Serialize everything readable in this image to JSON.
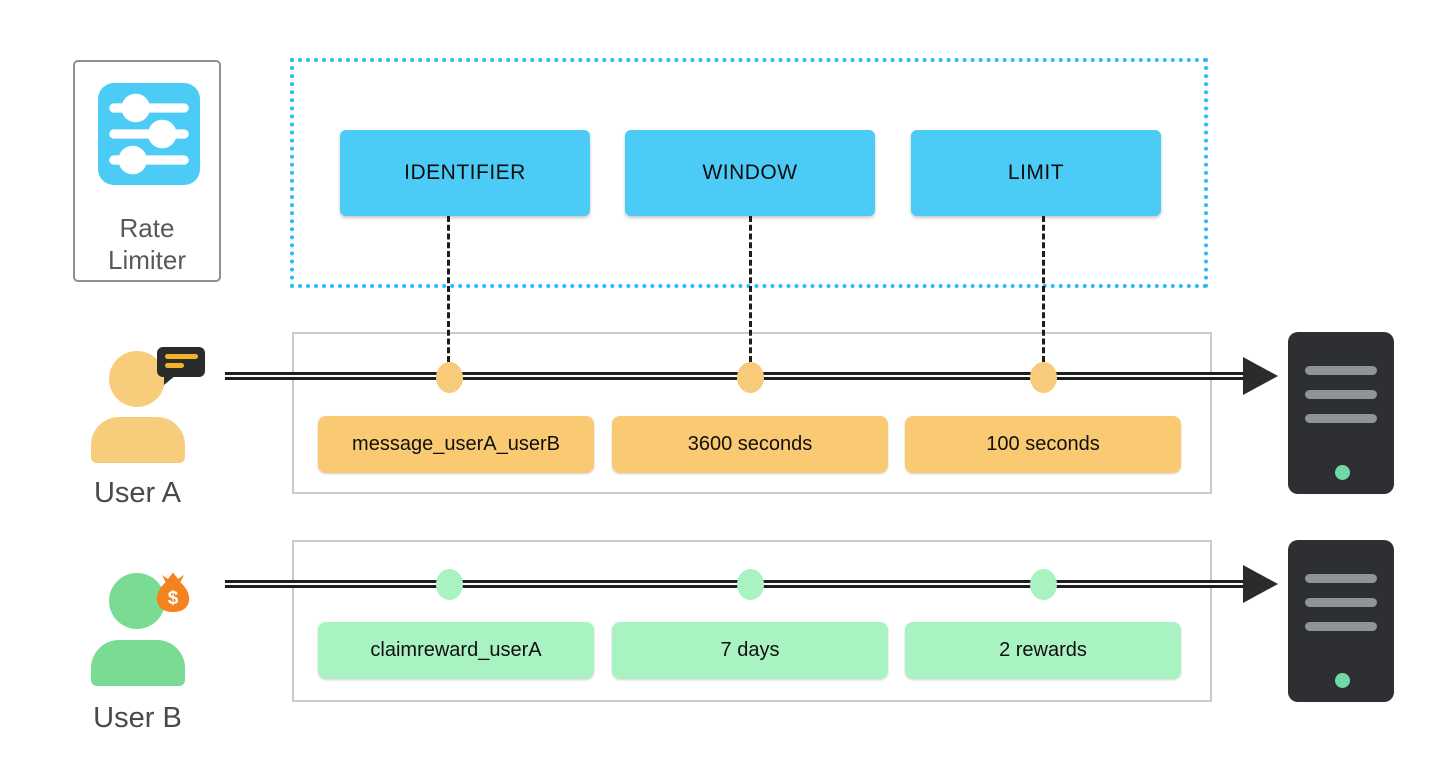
{
  "rate_limiter": {
    "label": "Rate Limiter",
    "lines": [
      "Rate",
      "Limiter"
    ]
  },
  "schema_fields": [
    "IDENTIFIER",
    "WINDOW",
    "LIMIT"
  ],
  "flows": [
    {
      "user_label": "User A",
      "user_icon": "chat-bubble",
      "values": [
        "message_userA_userB",
        "3600 seconds",
        "100 seconds"
      ],
      "theme": "amber"
    },
    {
      "user_label": "User B",
      "user_icon": "money-bag",
      "values": [
        "claimreward_userA",
        "7 days",
        "2 rewards"
      ],
      "theme": "green"
    }
  ],
  "icons": {
    "rate_limiter": "sliders-icon",
    "flow_destination": "server-icon"
  },
  "colors": {
    "field_box_blue": "#4CCBF6",
    "dotted_frame_blue": "#2CBCF5",
    "amber_box": "#F9CA72",
    "amber_avatar": "#F7CD7C",
    "green_box": "#A9F2C2",
    "green_avatar": "#79DC92",
    "money_bag_orange": "#F58220",
    "chat_bubble_dark": "#2B2B2B",
    "chat_bubble_bar_yellow": "#EFB32A",
    "server_dark": "#2D2F32",
    "server_bar_gray": "#919497",
    "server_led_green": "#6FD9A6",
    "arrow_black": "#1F1F1F",
    "lane_border_gray": "#CBCBCB",
    "label_gray": "#4A4A4A"
  }
}
